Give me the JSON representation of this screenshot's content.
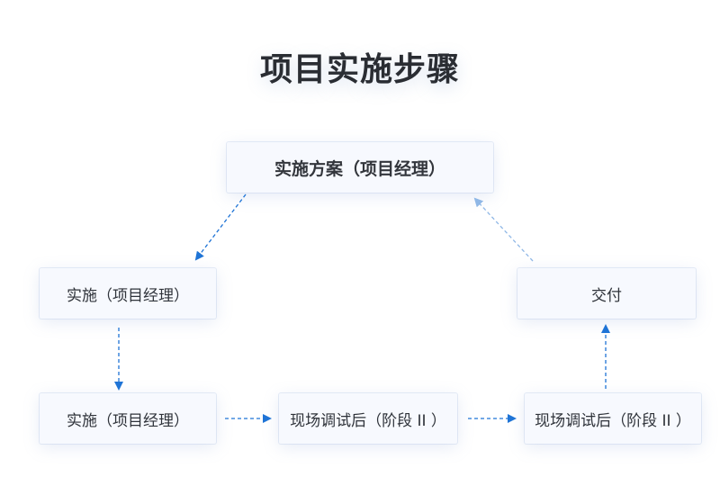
{
  "title": "项目实施步骤",
  "nodes": {
    "plan": "实施方案（项目经理）",
    "impl_a": "实施（项目经理）",
    "impl_b": "实施（项目经理）",
    "debug_1": "现场调试后（阶段 II ）",
    "debug_2": "现场调试后（阶段 II ）",
    "deliver": "交付"
  },
  "colors": {
    "arrow": "#1f74d6",
    "arrow_light": "#8fb7e6",
    "box_bg": "#f7f9fe"
  }
}
